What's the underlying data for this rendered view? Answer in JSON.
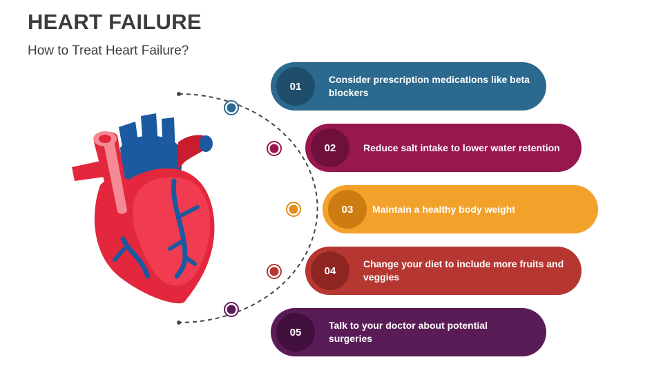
{
  "header": {
    "title": "HEART FAILURE",
    "subtitle": "How to Treat Heart Failure?"
  },
  "steps": [
    {
      "number": "01",
      "text": "Consider prescription medications like beta blockers",
      "color": "#2b6a8e",
      "circle_color": "#1e4e6c"
    },
    {
      "number": "02",
      "text": "Reduce salt intake to lower water retention",
      "color": "#97174f",
      "circle_color": "#6f0f3b"
    },
    {
      "number": "03",
      "text": "Maintain a healthy body weight",
      "color": "#f2a12b",
      "circle_color": "#cd7c12"
    },
    {
      "number": "04",
      "text": "Change your diet to include more fruits and veggies",
      "color": "#b63732",
      "circle_color": "#8e2520"
    },
    {
      "number": "05",
      "text": "Talk to your doctor about potential surgeries",
      "color": "#5a1c57",
      "circle_color": "#41103f"
    }
  ],
  "icons": {
    "illustration": "heart-icon"
  }
}
